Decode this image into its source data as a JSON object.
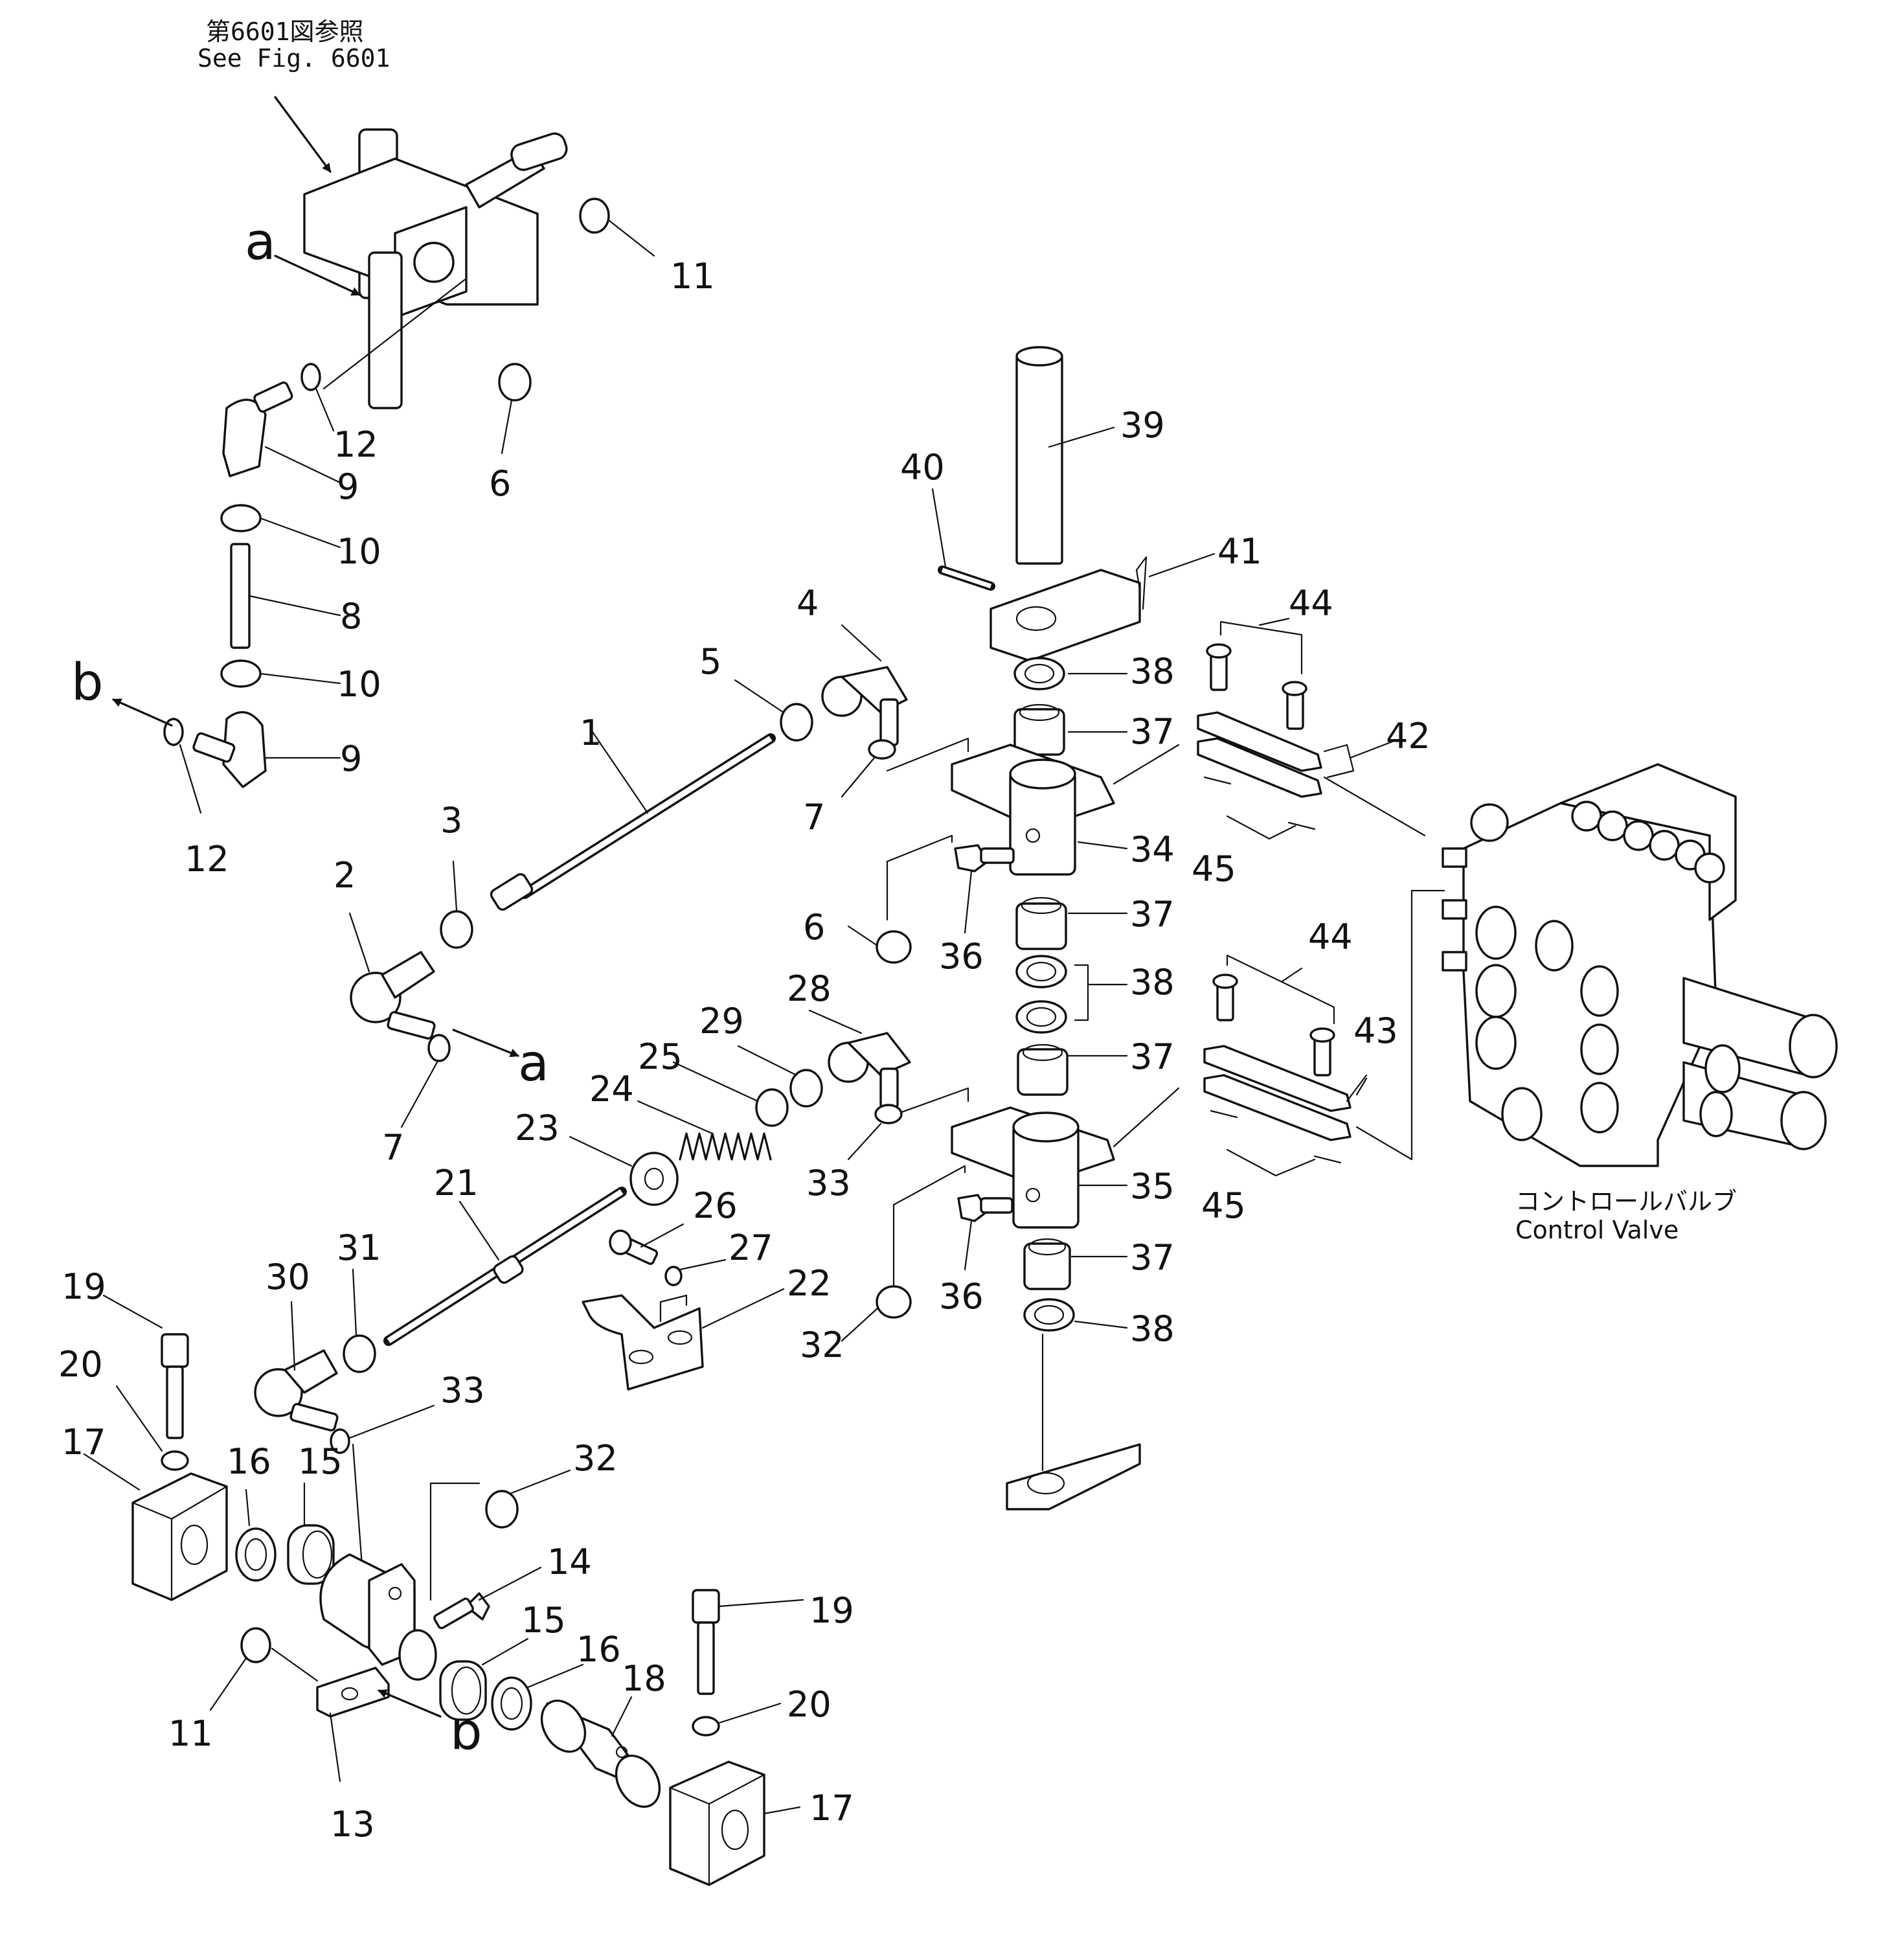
{
  "reference_note": {
    "line1": "第6601図参照",
    "line2": "See  Fig. 6601"
  },
  "view_letters": {
    "a": "a",
    "b": "b"
  },
  "control_valve": {
    "label_jp": "コントロールバルブ",
    "label_en": "Control  Valve"
  },
  "callouts": [
    "1",
    "2",
    "3",
    "4",
    "5",
    "6",
    "7",
    "8",
    "9",
    "10",
    "11",
    "12",
    "13",
    "14",
    "15",
    "16",
    "17",
    "18",
    "19",
    "20",
    "21",
    "22",
    "23",
    "24",
    "25",
    "26",
    "27",
    "28",
    "29",
    "30",
    "31",
    "32",
    "33",
    "34",
    "35",
    "36",
    "37",
    "38",
    "39",
    "40",
    "41",
    "42",
    "43",
    "44",
    "45"
  ]
}
